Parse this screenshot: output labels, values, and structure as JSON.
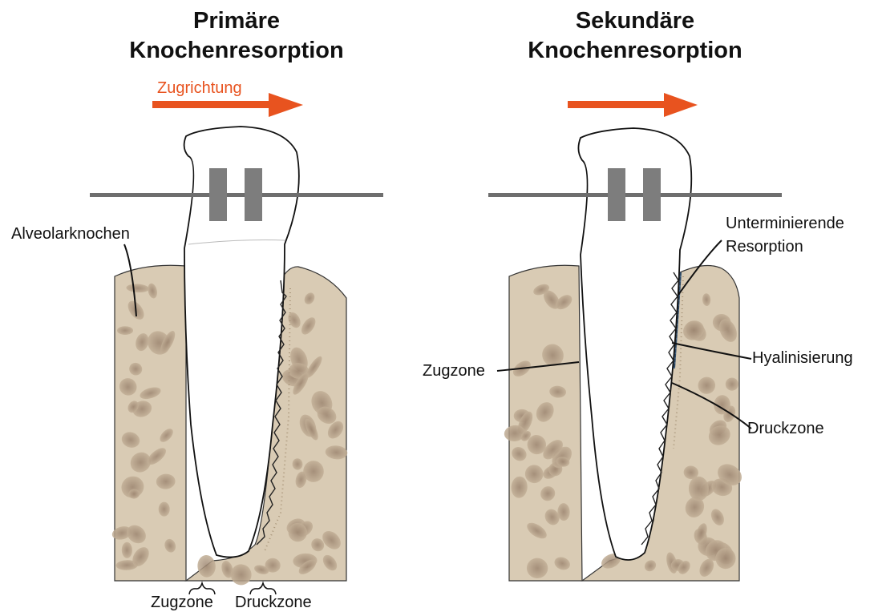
{
  "left_panel": {
    "title_line1": "Primäre",
    "title_line2": "Knochenresorption",
    "arrow_label": "Zugrichtung",
    "bone_label": "Alveolarknochen",
    "bottom_label_tension": "Zugzone",
    "bottom_label_pressure": "Druckzone"
  },
  "right_panel": {
    "title_line1": "Sekundäre",
    "title_line2": "Knochenresorption",
    "label_undermining_line1": "Unterminierende",
    "label_undermining_line2": "Resorption",
    "label_hyalinization": "Hyalinisierung",
    "label_pressure_zone": "Druckzone",
    "label_tension_zone": "Zugzone"
  },
  "colors": {
    "arrow": "#e8531f",
    "bone_fill": "#d9cbb4",
    "bone_pore": "#b9a58d",
    "wire": "#6e6e6e",
    "bracket": "#7d7d7d",
    "hyaline": "#2e4a66"
  }
}
